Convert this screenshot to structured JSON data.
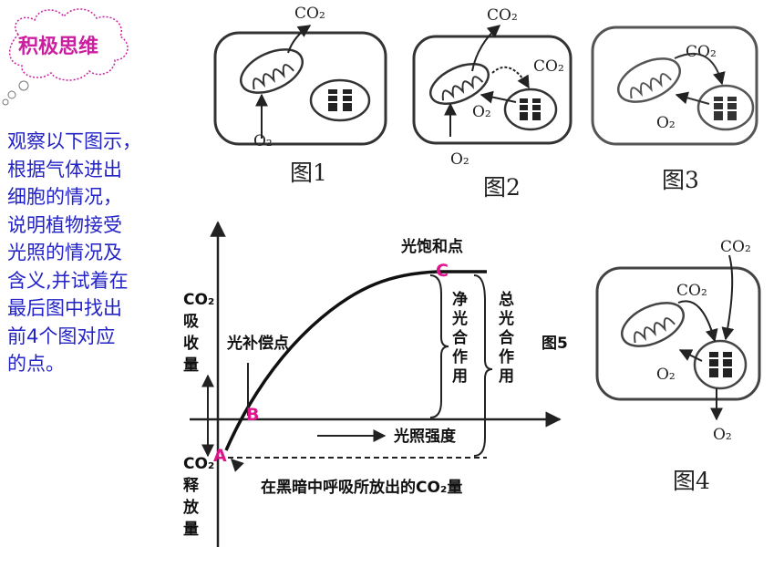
{
  "callout": {
    "label": "积极思维"
  },
  "prompt_lines": [
    "观察以下图示，",
    "根据气体进出",
    "细胞的情况，",
    "说明植物接受",
    "光照的情况及",
    "含义,并试着在",
    "最后图中找出",
    "前4个图对应",
    "的点。"
  ],
  "figures": {
    "fig1": {
      "label": "图1",
      "top_gas": "CO₂",
      "bottom_gas": "O₂"
    },
    "fig2": {
      "label": "图2",
      "top_gas": "CO₂",
      "side_co2": "CO₂",
      "side_o2": "O₂",
      "bottom_gas": "O₂"
    },
    "fig3": {
      "label": "图3",
      "side_co2": "CO₂",
      "side_o2": "O₂"
    },
    "fig4": {
      "label": "图4",
      "top_gas": "CO₂",
      "side_co2": "CO₂",
      "side_o2": "O₂",
      "bottom_gas": "O₂"
    },
    "fig5": {
      "label": "图5"
    }
  },
  "graph": {
    "y_top_lines": [
      "CO₂",
      "吸",
      "收",
      "量"
    ],
    "y_bottom_lines": [
      "CO₂",
      "释",
      "放",
      "量"
    ],
    "x_axis_label": "光照强度",
    "compensation_point_label": "光补偿点",
    "saturation_point_label": "光饱和点",
    "net_label_chars": [
      "净",
      "光",
      "合",
      "作",
      "用"
    ],
    "total_label_chars": [
      "总",
      "光",
      "合",
      "作",
      "用"
    ],
    "dark_label": "在黑暗中呼吸所放出的CO₂量",
    "points": {
      "A": "A",
      "B": "B",
      "C": "C"
    }
  },
  "colors": {
    "accent": "#cc1fa0",
    "prompt": "#2323c8",
    "points": "#e0158c"
  }
}
